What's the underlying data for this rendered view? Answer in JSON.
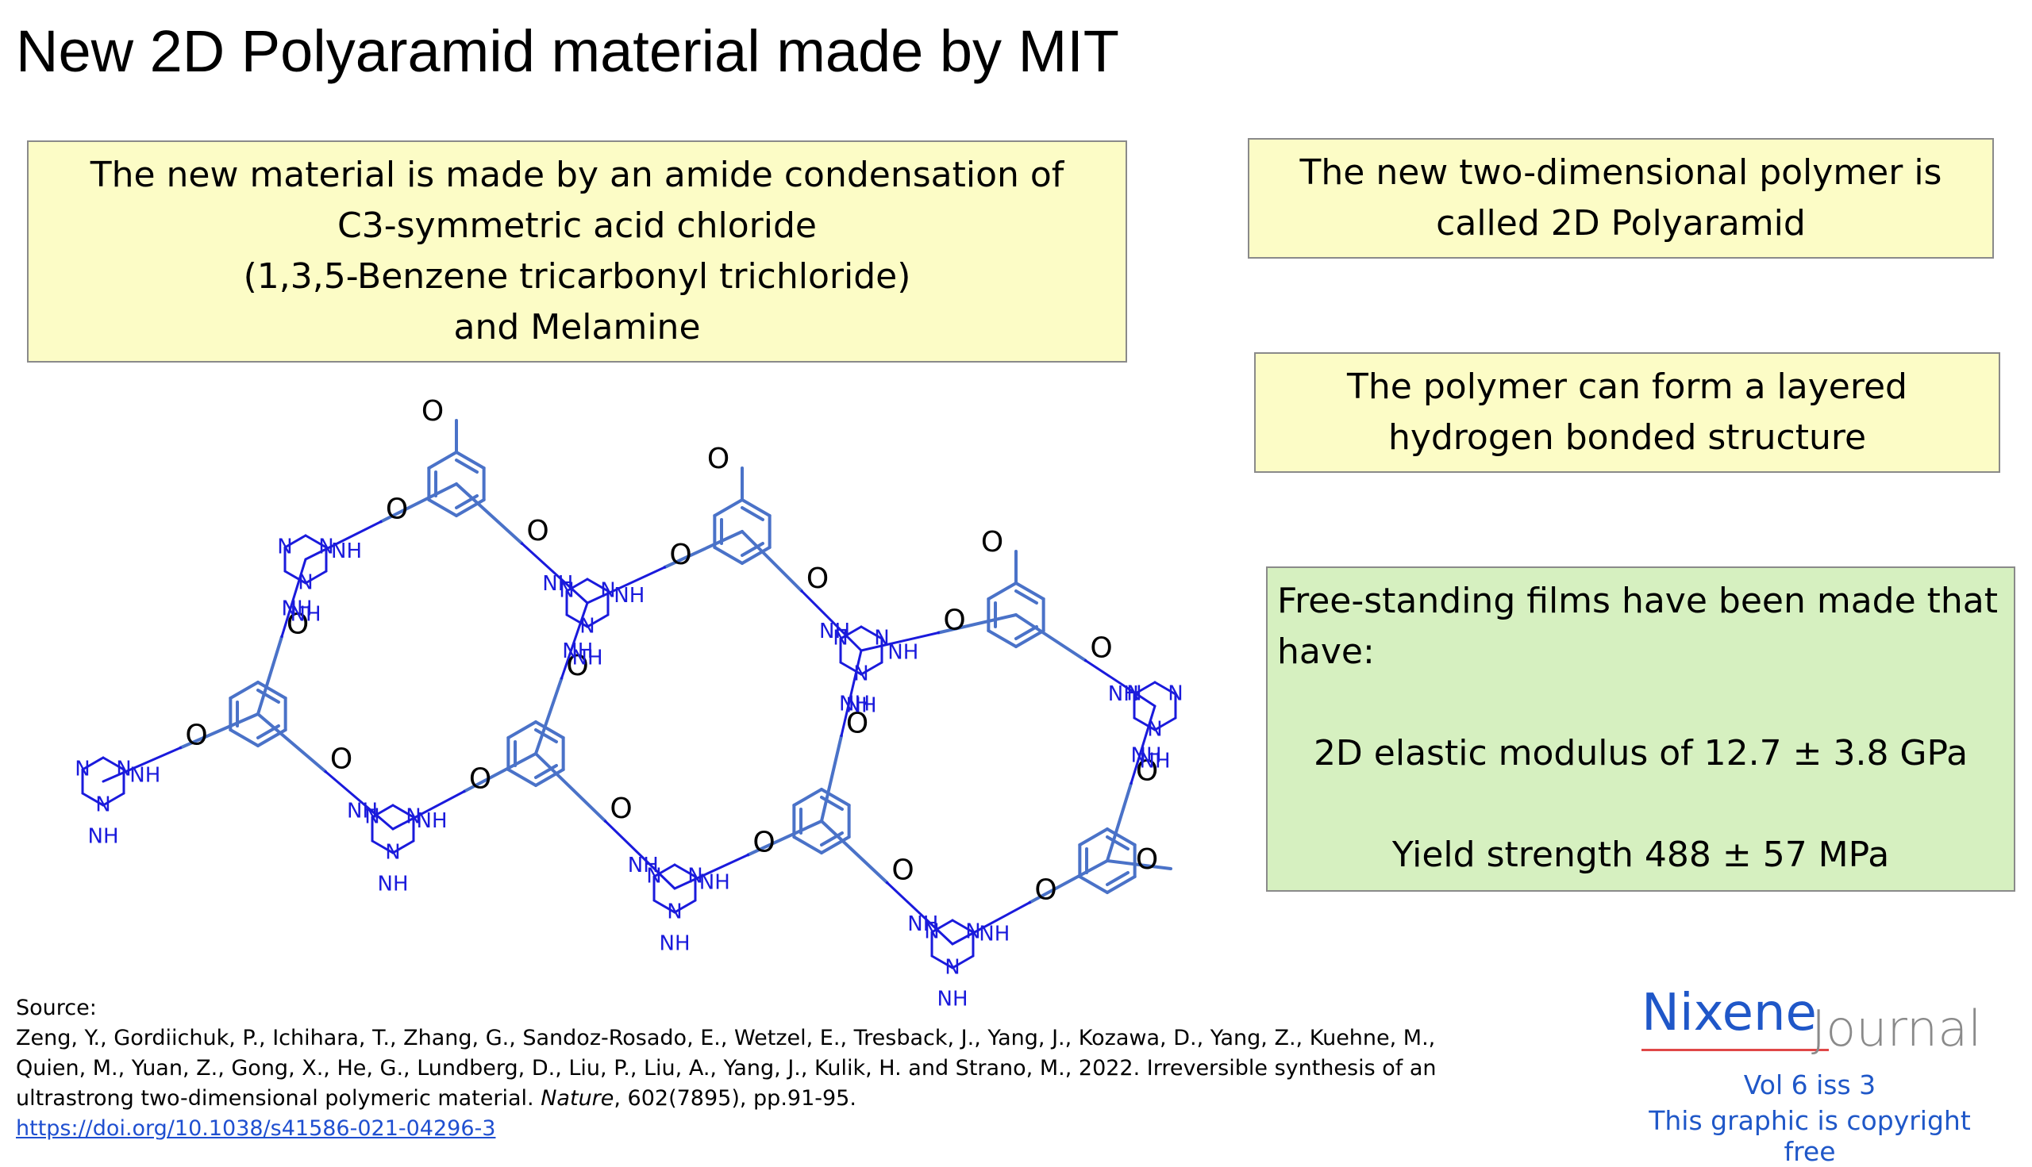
{
  "title": "New 2D Polyaramid material made by MIT",
  "box_left": {
    "lines": [
      "The new material is made by an amide condensation of",
      "C3-symmetric acid chloride",
      "(1,3,5-Benzene tricarbonyl trichloride)",
      "and Melamine"
    ]
  },
  "box_right_1": {
    "lines": [
      "The new two-dimensional polymer is",
      "called 2D Polyaramid"
    ]
  },
  "box_right_2": {
    "lines": [
      "The polymer can form a layered",
      "hydrogen bonded structure"
    ]
  },
  "box_right_3": {
    "intro": "Free-standing films have been made that have:",
    "stat1": "2D elastic modulus of 12.7 ± 3.8 GPa",
    "stat2": "Yield strength 488 ± 57 MPa"
  },
  "structure": {
    "nh": "NH",
    "n": "N",
    "o": "O",
    "colors": {
      "bond": "#4a72c8",
      "triazine": "#1a1adc"
    }
  },
  "source": {
    "label": "Source:",
    "line1": "Zeng, Y., Gordiichuk, P., Ichihara, T., Zhang, G., Sandoz-Rosado, E., Wetzel, E., Tresback, J., Yang, J., Kozawa, D., Yang, Z., Kuehne, M.,",
    "line2": "Quien, M., Yuan, Z., Gong, X., He, G., Lundberg, D., Liu, P., Liu, A., Yang, J., Kulik, H. and Strano, M., 2022. Irreversible synthesis of an",
    "line3_pre": "ultrastrong two-dimensional polymeric material. ",
    "line3_journal": "Nature",
    "line3_post": ", 602(7895), pp.91-95.",
    "link": "https://doi.org/10.1038/s41586-021-04296-3"
  },
  "brand": {
    "name1": "Nixene",
    "name2": "Journal",
    "vol": "Vol 6 iss 3",
    "copy": "This graphic is copyright free",
    "colors": {
      "blue": "#1f57c8",
      "grey": "#8a8a8a",
      "red": "#e04848"
    }
  }
}
